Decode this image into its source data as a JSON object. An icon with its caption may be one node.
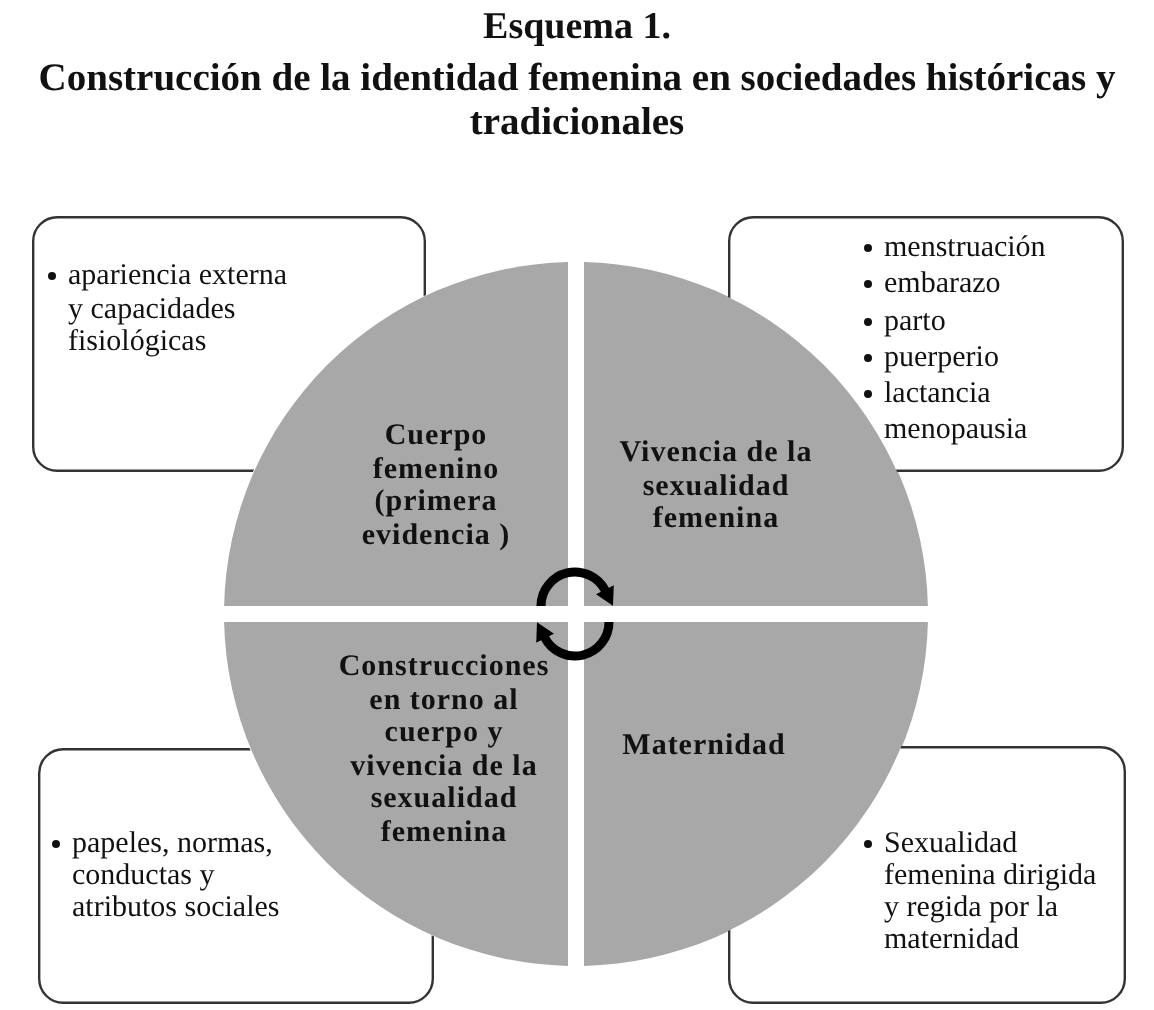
{
  "diagram": {
    "title": "Esquema 1.",
    "caption": "Construcción de la identidad femenina en sociedades históricas y tradicionales",
    "nodes": [
      {
        "text": [
          "apariencia externa y capacidades fisiológicas"
        ]
      },
      {
        "text": [
          "menstruación",
          "embarazo",
          "parto",
          "puerperio",
          "lactancia menopausia"
        ]
      },
      {
        "text": [
          "Cuerpo femenino (primera evidencia )"
        ]
      },
      {
        "text": [
          "Vivencia de la sexualidad femenina"
        ]
      },
      {
        "text": [
          "Construcciones en torno al cuerpo y vivencia de la sexualidad femenina"
        ]
      },
      {
        "text": [
          "Maternidad"
        ]
      },
      {
        "text": [
          "papeles, normas, conductas y atributos sociales"
        ]
      },
      {
        "text": [
          "Sexualidad femenina dirigida y regida por la maternidad"
        ]
      }
    ],
    "edges": [
      {
        "from": 2,
        "to": 3,
        "arrow": "to"
      },
      {
        "from": 5,
        "to": 4,
        "arrow": "to"
      }
    ]
  }
}
